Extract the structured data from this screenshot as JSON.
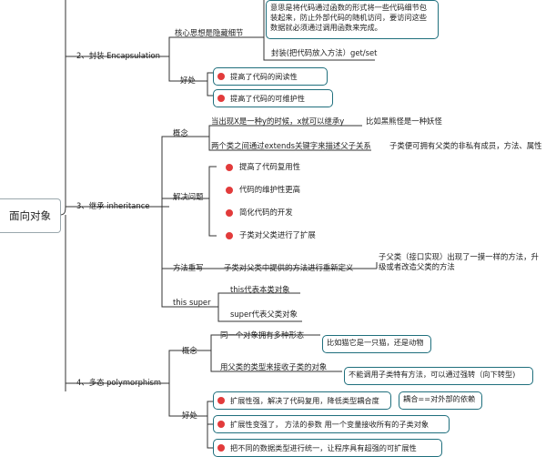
{
  "root": "面向对象",
  "encapsulation": {
    "title": "2、封装 Encapsulation",
    "core_label": "核心思想是隐藏细节",
    "core_desc": "意思是将代码通过函数的形式将一些代码细节包装起来，防止外部代码的随机访问，要访问这些数据就必须通过调用函数来完成。",
    "getset": "封装(把代码放入方法）get/set",
    "benefit_label": "好处",
    "benefits": [
      "提高了代码的阅读性",
      "提高了代码的可维护性"
    ]
  },
  "inheritance": {
    "title": "3、继承  inheritance",
    "concept_label": "概念",
    "concept_1": "当出现X是一种y的时候，x就可以继承y",
    "concept_1_example": "比如黑熊怪是一种妖怪",
    "concept_2": "两个类之间通过extends关键字来描述父子关系",
    "concept_2_note": "子类便可拥有父类的非私有成员，方法、属性",
    "solve_label": "解决问题",
    "solve_items": [
      "提高了代码复用性",
      "代码的维护性更高",
      "简化代码的开发",
      "子类对父类进行了扩展"
    ],
    "override_label": "方法重写",
    "override_desc": "子类对父类中提供的方法进行重新定义",
    "override_note": "子父类（接口实现）出现了一摸一样的方法，升级或者改造父类的方法",
    "this_super_label": "this super",
    "this_desc": "this代表本类对象",
    "super_desc": "super代表父类对象"
  },
  "polymorphism": {
    "title": "4、多态 polymorphism",
    "concept_label": "概念",
    "concept_1": "同一个对象拥有多种形态",
    "concept_1_example": "比如猫它是一只猫，还是动物",
    "concept_2": "用父类的类型来接收子类的对象",
    "concept_2_note": "不能调用子类特有方法，可以通过强转（向下转型)",
    "benefit_label": "好处",
    "benefit_1": "扩展性强，解决了代码复用，降低类型耦合度",
    "benefit_1_note": "耦合==对外部的依赖",
    "benefit_2": "扩展性变强了， 方法的参数 用一个变量接收所有的子类对象",
    "benefit_3": "把不同的数据类型进行统一，让程序具有超强的可扩展性"
  }
}
